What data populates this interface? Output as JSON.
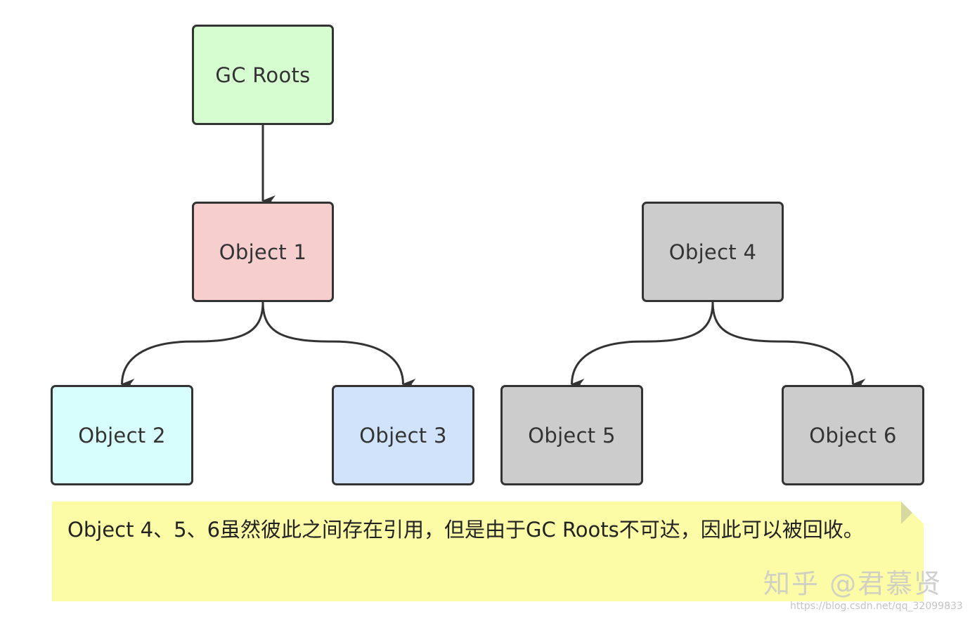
{
  "diagram": {
    "nodes": {
      "gc_roots": {
        "label": "GC Roots",
        "fill": "#d6fdd0"
      },
      "object1": {
        "label": "Object 1",
        "fill": "#f7cece"
      },
      "object2": {
        "label": "Object 2",
        "fill": "#d7fdfd"
      },
      "object3": {
        "label": "Object 3",
        "fill": "#d1e3fb"
      },
      "object4": {
        "label": "Object 4",
        "fill": "#cccccc"
      },
      "object5": {
        "label": "Object 5",
        "fill": "#cccccc"
      },
      "object6": {
        "label": "Object 6",
        "fill": "#cccccc"
      }
    },
    "edges": [
      {
        "from": "GC Roots",
        "to": "Object 1"
      },
      {
        "from": "Object 1",
        "to": "Object 2"
      },
      {
        "from": "Object 1",
        "to": "Object 3"
      },
      {
        "from": "Object 4",
        "to": "Object 5"
      },
      {
        "from": "Object 4",
        "to": "Object 6"
      }
    ],
    "edge_color": "#333333",
    "border_color": "#333333"
  },
  "note": {
    "text": "Object 4、5、6虽然彼此之间存在引用，但是由于GC Roots不可达，因此可以被回收。",
    "fill": "#fdfca6"
  },
  "watermark": {
    "text": "知乎 @君慕贤"
  },
  "source": {
    "url": "https://blog.csdn.net/qq_32099833"
  }
}
